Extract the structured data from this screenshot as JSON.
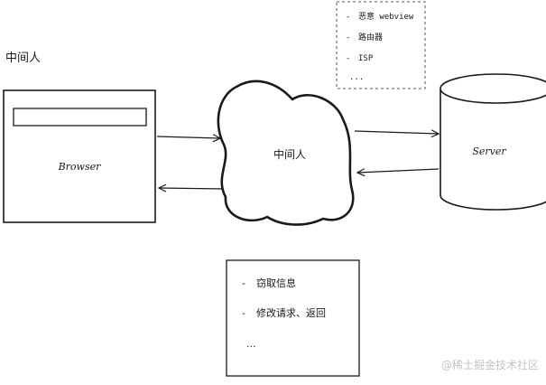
{
  "title": "中间人",
  "middleman_types": {
    "items": [
      "恶意 webview",
      "路由器",
      "ISP",
      "..."
    ]
  },
  "browser": {
    "label": "Browser"
  },
  "middleman": {
    "label": "中间人"
  },
  "server": {
    "label": "Server"
  },
  "attacks": {
    "items": [
      "窃取信息",
      "修改请求、返回",
      "..."
    ]
  },
  "watermark": "@稀土掘金技术社区",
  "colors": {
    "stroke": "#1a1a1a",
    "dashed_border": "#555555",
    "watermark": "#c4c4c4"
  }
}
